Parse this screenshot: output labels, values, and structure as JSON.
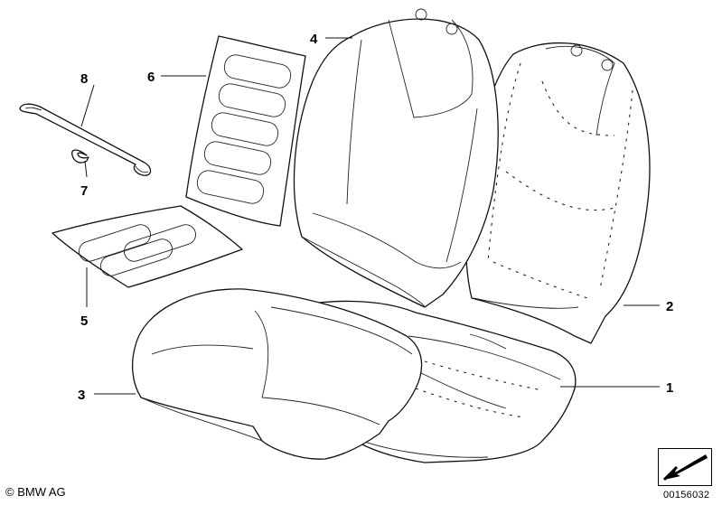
{
  "callouts": [
    {
      "id": "1",
      "label": "1"
    },
    {
      "id": "2",
      "label": "2"
    },
    {
      "id": "3",
      "label": "3"
    },
    {
      "id": "4",
      "label": "4"
    },
    {
      "id": "5",
      "label": "5"
    },
    {
      "id": "6",
      "label": "6"
    },
    {
      "id": "7",
      "label": "7"
    },
    {
      "id": "8",
      "label": "8"
    }
  ],
  "footer": {
    "copyright": "© BMW AG",
    "drawing_number": "00156032"
  },
  "icons": {
    "direction": "view-direction-arrow-icon"
  }
}
